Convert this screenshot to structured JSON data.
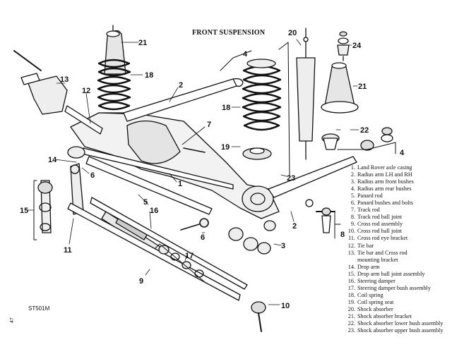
{
  "title": "FRONT SUSPENSION",
  "drawing_code": "ST501M",
  "page_number": "47",
  "callouts": [
    "21",
    "18",
    "13",
    "12",
    "2",
    "7",
    "1",
    "14",
    "6",
    "5",
    "15",
    "16",
    "11",
    "9",
    "17",
    "6",
    "2",
    "3",
    "10",
    "4",
    "18",
    "19",
    "23",
    "20",
    "24",
    "21",
    "22",
    "4",
    "8"
  ],
  "legend": [
    {
      "num": "1.",
      "text": "Land Rover axle casing"
    },
    {
      "num": "2.",
      "text": "Radius arm LH and RH"
    },
    {
      "num": "3.",
      "text": "Radius arm front bushes"
    },
    {
      "num": "4.",
      "text": "Radius arm rear bushes"
    },
    {
      "num": "5.",
      "text": "Panard rod"
    },
    {
      "num": "6.",
      "text": "Panard bushes and bolts"
    },
    {
      "num": "7.",
      "text": "Track rod"
    },
    {
      "num": "8.",
      "text": "Track rod ball joint"
    },
    {
      "num": "9.",
      "text": "Cross rod assembly"
    },
    {
      "num": "10.",
      "text": "Cross rod ball joint"
    },
    {
      "num": "11.",
      "text": "Cross rod eye bracket"
    },
    {
      "num": "12.",
      "text": "Tie bar"
    },
    {
      "num": "13.",
      "text": "Tie bar and Cross rod"
    },
    {
      "num": "",
      "text": "mounting bracket"
    },
    {
      "num": "14.",
      "text": "Drop arm"
    },
    {
      "num": "15.",
      "text": "Drop arm ball joint assembly"
    },
    {
      "num": "16.",
      "text": "Steering damper"
    },
    {
      "num": "17.",
      "text": "Steering damper bush assembly"
    },
    {
      "num": "18.",
      "text": "Coil spring"
    },
    {
      "num": "19.",
      "text": "Coil spring seat"
    },
    {
      "num": "20.",
      "text": "Shock absorber"
    },
    {
      "num": "21.",
      "text": "Shock absorber bracket"
    },
    {
      "num": "22.",
      "text": "Shock absorber lower bush assembly"
    },
    {
      "num": "23.",
      "text": "Shock absorber upper bush assembly"
    }
  ]
}
